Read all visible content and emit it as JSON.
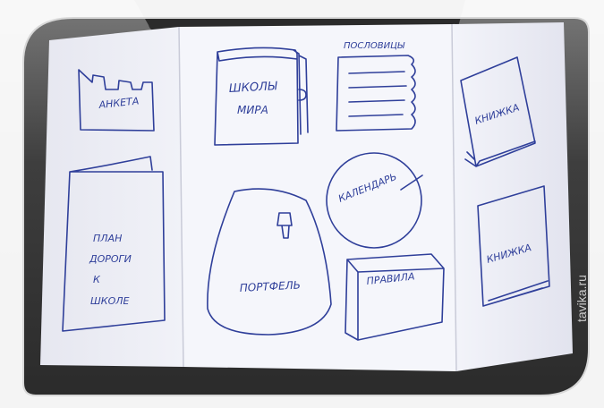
{
  "photo": {
    "watermark": "tavika.ru",
    "ink_color": "#2f3f9a",
    "paper_color": "#f4f5fb"
  },
  "sketch": {
    "anketa": "АНКЕТА",
    "shkoly_mira_1": "ШКОЛЫ",
    "shkoly_mira_2": "МИРА",
    "poslovitsy": "ПОСЛОВИЦЫ",
    "knizhka_top": "КНИЖКА",
    "plan_1": "ПЛАН",
    "plan_2": "ДОРОГИ",
    "plan_3": "К",
    "plan_4": "ШКОЛЕ",
    "kalendar": "КАЛЕНДАРЬ",
    "portfel": "ПОРТФЕЛЬ",
    "pravila": "ПРАВИЛА",
    "knizhka_bottom": "КНИЖКА"
  }
}
